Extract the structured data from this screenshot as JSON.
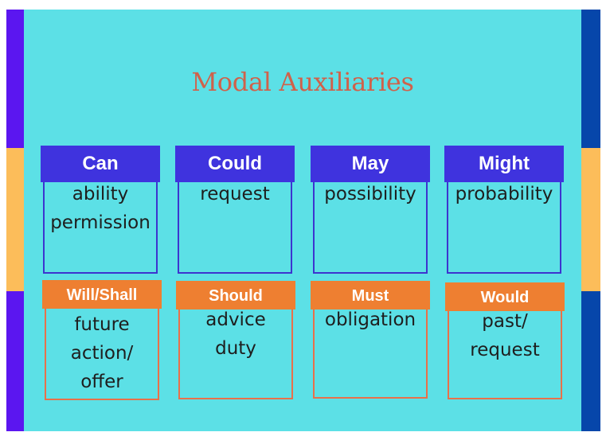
{
  "title": "Modal Auxiliaries",
  "colors": {
    "slide_bg": "#5ce0e6",
    "title": "#d0614a",
    "blue_header": "#3f33de",
    "orange_header": "#ee7f31",
    "left_strip_purple": "#5b16f0",
    "left_strip_yellow": "#fcbd5a",
    "right_strip_blue": "#0646aa",
    "right_strip_yellow": "#fcbd5a"
  },
  "modals": [
    {
      "label": "Can",
      "lines": [
        "ability",
        "permission"
      ]
    },
    {
      "label": "Could",
      "lines": [
        "request"
      ]
    },
    {
      "label": "May",
      "lines": [
        "possibility"
      ]
    },
    {
      "label": "Might",
      "lines": [
        "probability"
      ]
    },
    {
      "label": "Will/Shall",
      "lines": [
        "future",
        "action/",
        "offer"
      ]
    },
    {
      "label": "Should",
      "lines": [
        "advice",
        "duty"
      ]
    },
    {
      "label": "Must",
      "lines": [
        "obligation"
      ]
    },
    {
      "label": "Would",
      "lines": [
        "past/",
        "request"
      ]
    }
  ]
}
